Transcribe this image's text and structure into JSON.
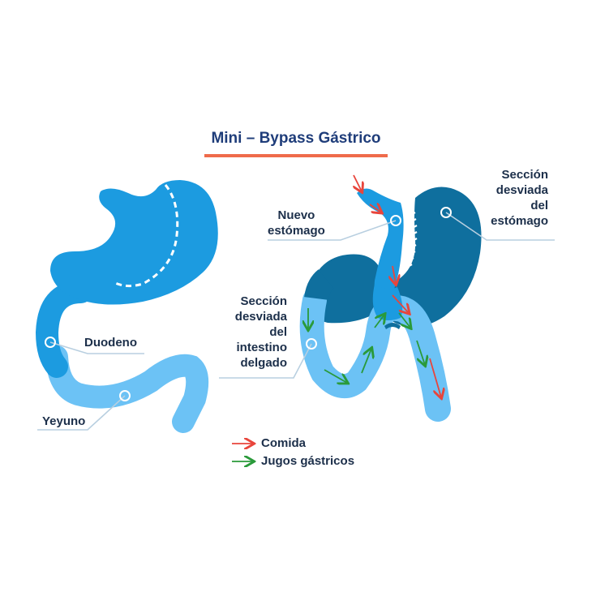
{
  "title": "Mini – Bypass Gástrico",
  "labels": {
    "duodeno": "Duodeno",
    "yeyuno": "Yeyuno",
    "nuevo_estomago_1": "Nuevo",
    "nuevo_estomago_2": "estómago",
    "seccion_estomago_1": "Sección",
    "seccion_estomago_2": "desviada",
    "seccion_estomago_3": "del",
    "seccion_estomago_4": "estómago",
    "seccion_intestino_1": "Sección",
    "seccion_intestino_2": "desviada",
    "seccion_intestino_3": "del",
    "seccion_intestino_4": "intestino",
    "seccion_intestino_5": "delgado"
  },
  "legend": [
    {
      "label": "Comida",
      "color": "#e8453c"
    },
    {
      "label": "Jugos gástricos",
      "color": "#2a9a3a"
    }
  ],
  "colors": {
    "stomach": "#1c9be0",
    "stomach_dark": "#0f6f9e",
    "intestine_light": "#6cc2f5",
    "accent_line": "#ef6b4b",
    "leader_line": "#b8cfe0"
  }
}
